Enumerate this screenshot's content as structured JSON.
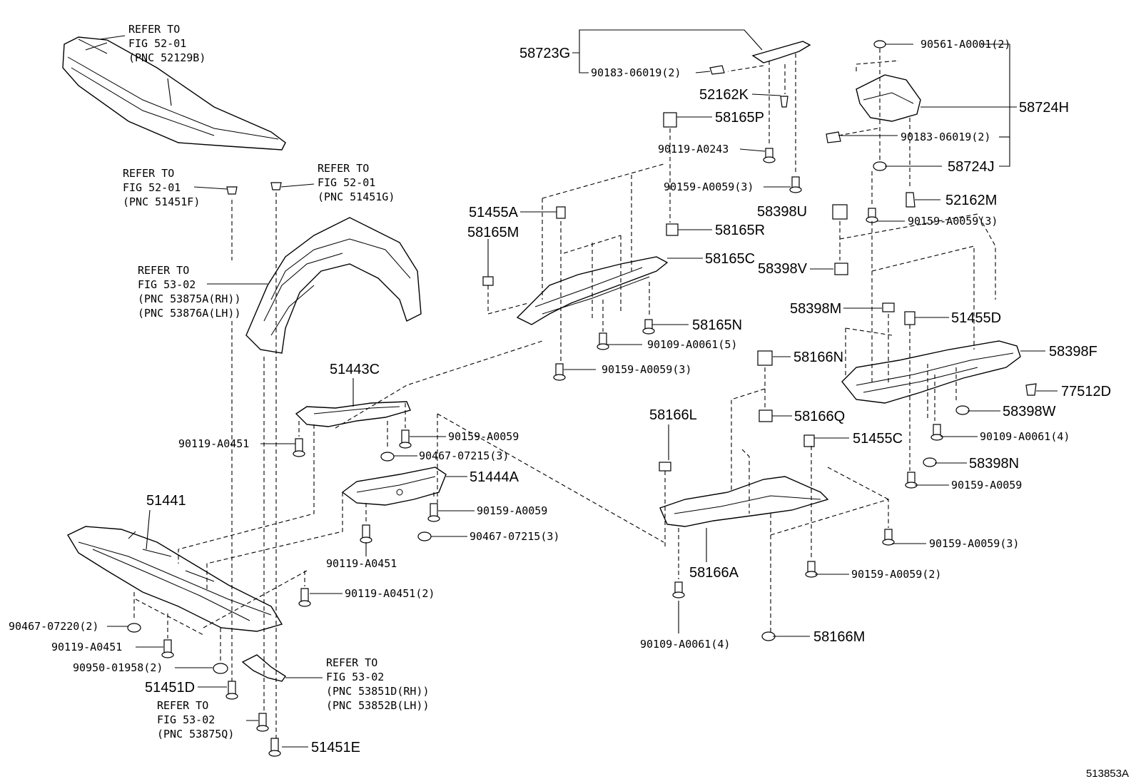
{
  "labels": {
    "refer_fig5201_a": [
      "REFER TO",
      "FIG 52-01",
      "(PNC 52129B)"
    ],
    "refer_fig5201_b": [
      "REFER TO",
      "FIG 52-01",
      "(PNC 51451F)"
    ],
    "refer_fig5201_c": [
      "REFER TO",
      "FIG 52-01",
      "(PNC 51451G)"
    ],
    "refer_fig5302_a": [
      "REFER TO",
      "FIG 53-02",
      "(PNC 53875A(RH))",
      "(PNC 53876A(LH))"
    ],
    "refer_fig5302_b": [
      "REFER TO",
      "FIG 53-02",
      "(PNC 53851D(RH))",
      "(PNC 53852B(LH))"
    ],
    "refer_fig5302_c": [
      "REFER TO",
      "FIG 53-02",
      "(PNC 53875Q)"
    ],
    "p51443C": "51443C",
    "p90119A0451_a": "90119-A0451",
    "p90159A0059_a": "90159-A0059",
    "p9046707215_a": "90467-07215(3)",
    "p51444A": "51444A",
    "p90159A0059_b": "90159-A0059",
    "p9046707215_b": "90467-07215(3)",
    "p90119A0451_b": "90119-A0451",
    "p51441": "51441",
    "p90119A0451_2": "90119-A0451(2)",
    "p9046707220": "90467-07220(2)",
    "p90119A0451_c": "90119-A0451",
    "p9095001958": "90950-01958(2)",
    "p51451D": "51451D",
    "p51451E": "51451E",
    "p58723G": "58723G",
    "p9018306019_a": "90183-06019(2)",
    "p52162K": "52162K",
    "p58165P": "58165P",
    "p90119A0243": "90119-A0243",
    "p90159A0059_3a": "90159-A0059(3)",
    "p51455A": "51455A",
    "p58165M": "58165M",
    "p58165R": "58165R",
    "p58165C": "58165C",
    "p58165N": "58165N",
    "p90109A0061_5": "90109-A0061(5)",
    "p90159A0059_3b": "90159-A0059(3)",
    "p90561A0001": "90561-A0001(2)",
    "p58724H": "58724H",
    "p9018306019_b": "90183-06019(2)",
    "p58724J": "58724J",
    "p52162M": "52162M",
    "p90159A0059_3c": "90159-A0059(3)",
    "p58398U": "58398U",
    "p58398V": "58398V",
    "p58398M": "58398M",
    "p51455D": "51455D",
    "p58398F": "58398F",
    "p58166N": "58166N",
    "p77512D": "77512D",
    "p58398W": "58398W",
    "p58166Q": "58166Q",
    "p90109A0061_4a": "90109-A0061(4)",
    "p58166L": "58166L",
    "p51455C": "51455C",
    "p58398N": "58398N",
    "p90159A0059_c": "90159-A0059",
    "p58166A": "58166A",
    "p90159A0059_3d": "90159-A0059(3)",
    "p90159A0059_2": "90159-A0059(2)",
    "p58166M": "58166M",
    "p90109A0061_4b": "90109-A0061(4)"
  },
  "diagram_id": "513853A"
}
